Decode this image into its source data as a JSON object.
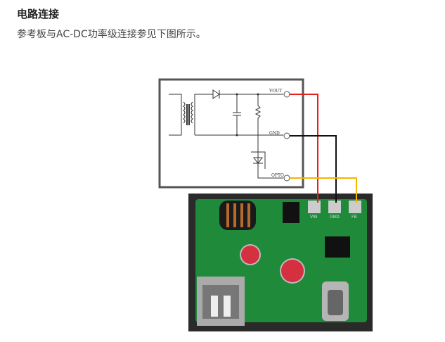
{
  "heading": "电路连接",
  "paragraph": "参考板与AC-DC功率级连接参见下图所示。",
  "figure": {
    "schematic_labels": {
      "vout": "VOUT",
      "gnd": "GND",
      "opto": "OPTO"
    },
    "board_labels": {
      "vin": "VIN",
      "gnd": "GND",
      "fb": "FB"
    },
    "wire_colors": {
      "vout": "#e8201c",
      "gnd": "#111111",
      "opto": "#f5b400"
    }
  }
}
